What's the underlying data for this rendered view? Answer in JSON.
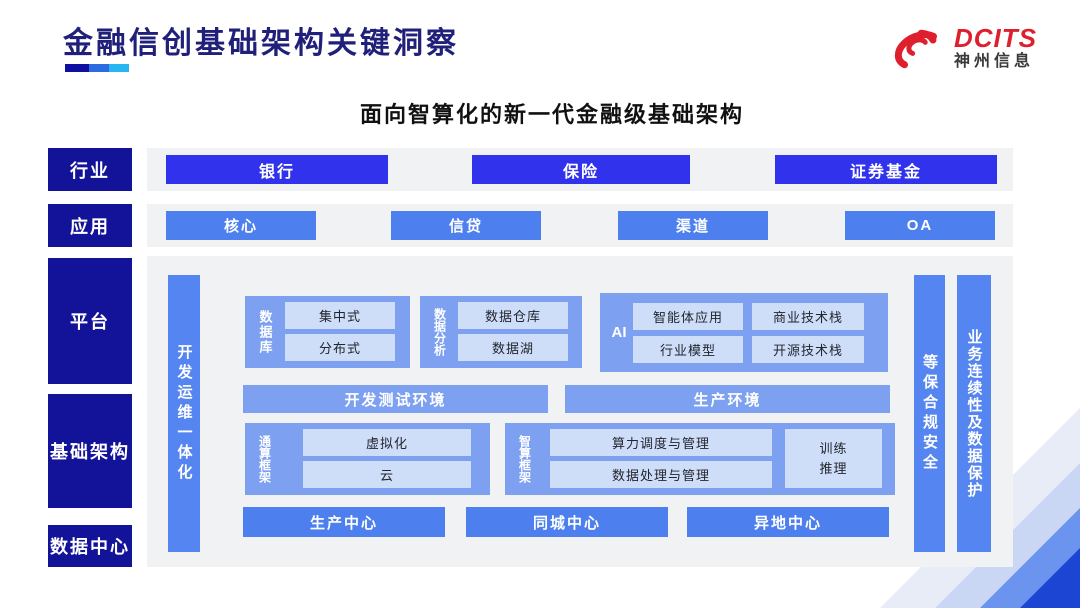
{
  "header": {
    "title": "金融信创基础架构关键洞察",
    "logo_name": "DCITS",
    "logo_subname": "神州信息"
  },
  "subtitle": "面向智算化的新一代金融级基础架构",
  "rows": {
    "industry": {
      "label": "行业",
      "items": [
        "银行",
        "保险",
        "证券基金"
      ]
    },
    "application": {
      "label": "应用",
      "items": [
        "核心",
        "信贷",
        "渠道",
        "OA"
      ]
    },
    "platform": {
      "label": "平台"
    },
    "infrastructure": {
      "label": "基础架构"
    },
    "datacenter": {
      "label": "数据中心"
    }
  },
  "diagram": {
    "devops_bar": "开发运维一体化",
    "security_bar": "等保合规安全",
    "continuity_bar": "业务连续性及数据保护",
    "database_group": {
      "label": "数据库",
      "items": [
        "集中式",
        "分布式"
      ]
    },
    "analytics_group": {
      "label": "数据分析",
      "items": [
        "数据仓库",
        "数据湖"
      ]
    },
    "ai_group": {
      "label": "AI",
      "items": [
        "智能体应用",
        "商业技术栈",
        "行业模型",
        "开源技术栈"
      ]
    },
    "devtest_bar": "开发测试环境",
    "production_bar": "生产环境",
    "general_compute_group": {
      "label": "通算框架",
      "items": [
        "虚拟化",
        "云"
      ]
    },
    "smart_compute_group": {
      "label": "智算框架",
      "items": [
        "算力调度与管理",
        "数据处理与管理"
      ],
      "side_item": "训练推理"
    },
    "centers": [
      "生产中心",
      "同城中心",
      "异地中心"
    ]
  },
  "colors": {
    "rail_navy": "#131399",
    "industry_blue": "#3133ec",
    "app_blue": "#4d80ee",
    "bar_periwinkle": "#7da0f0",
    "vbar_blue": "#5585f0",
    "chip_light": "#cfdef8",
    "panel_gray": "#f1f2f4",
    "brand_red": "#de1f2e",
    "title_navy": "#20207a",
    "corner_dark": "#1c45d3"
  }
}
